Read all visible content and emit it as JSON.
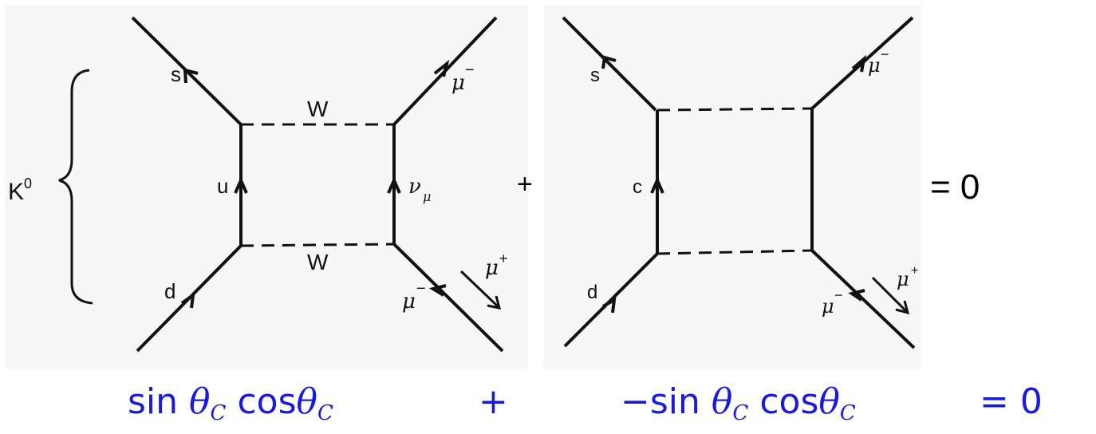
{
  "diagram1": {
    "meson_label": "K",
    "meson_superscript": "0",
    "quark_top": "s",
    "quark_internal": "u",
    "quark_bottom": "d",
    "boson_top": "W",
    "boson_bottom": "W",
    "lepton_top": "μ",
    "lepton_top_sup": "−",
    "neutrino": "ν",
    "neutrino_sub": "μ",
    "lepton_bottom": "μ",
    "lepton_bottom_sup": "−",
    "antilepton": "μ",
    "antilepton_sup": "+"
  },
  "plus_sign": "+",
  "diagram2": {
    "quark_top": "s",
    "quark_internal": "c",
    "quark_bottom": "d",
    "lepton_top": "μ",
    "lepton_top_sup": "−",
    "lepton_bottom": "μ",
    "lepton_bottom_sup": "−",
    "antilepton": "μ",
    "antilepton_sup": "+"
  },
  "equals_zero": "= 0",
  "coefficients": {
    "term1_sin": "sin",
    "term1_theta1": "θ",
    "term1_sub1": "C",
    "term1_cos": "cos",
    "term1_theta2": "θ",
    "term1_sub2": "C",
    "plus": "+",
    "term2_minus": "−",
    "term2_sin": "sin",
    "term2_theta1": "θ",
    "term2_sub1": "C",
    "term2_cos": "cos",
    "term2_theta2": "θ",
    "term2_sub2": "C",
    "equals_zero": "= 0"
  },
  "colors": {
    "coefficients": "#1a1adb",
    "diagram_ink": "#111111",
    "panel_bg": "#f7f7f7"
  }
}
